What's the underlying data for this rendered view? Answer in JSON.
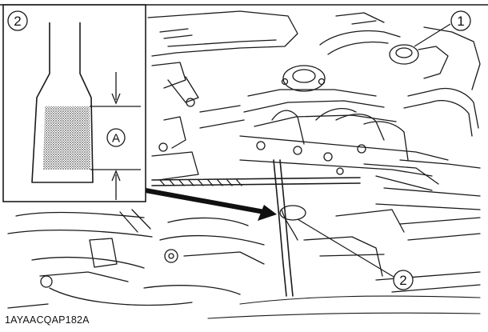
{
  "callouts": {
    "dipstick_top": "1",
    "dipstick_detail": "2",
    "dipstick_location": "2"
  },
  "inset": {
    "range_label": "A"
  },
  "figure_id": "1AYAACQAP182A",
  "colors": {
    "line": "#1a1a1a",
    "hatch": "#8a8a8a",
    "background": "#ffffff"
  }
}
